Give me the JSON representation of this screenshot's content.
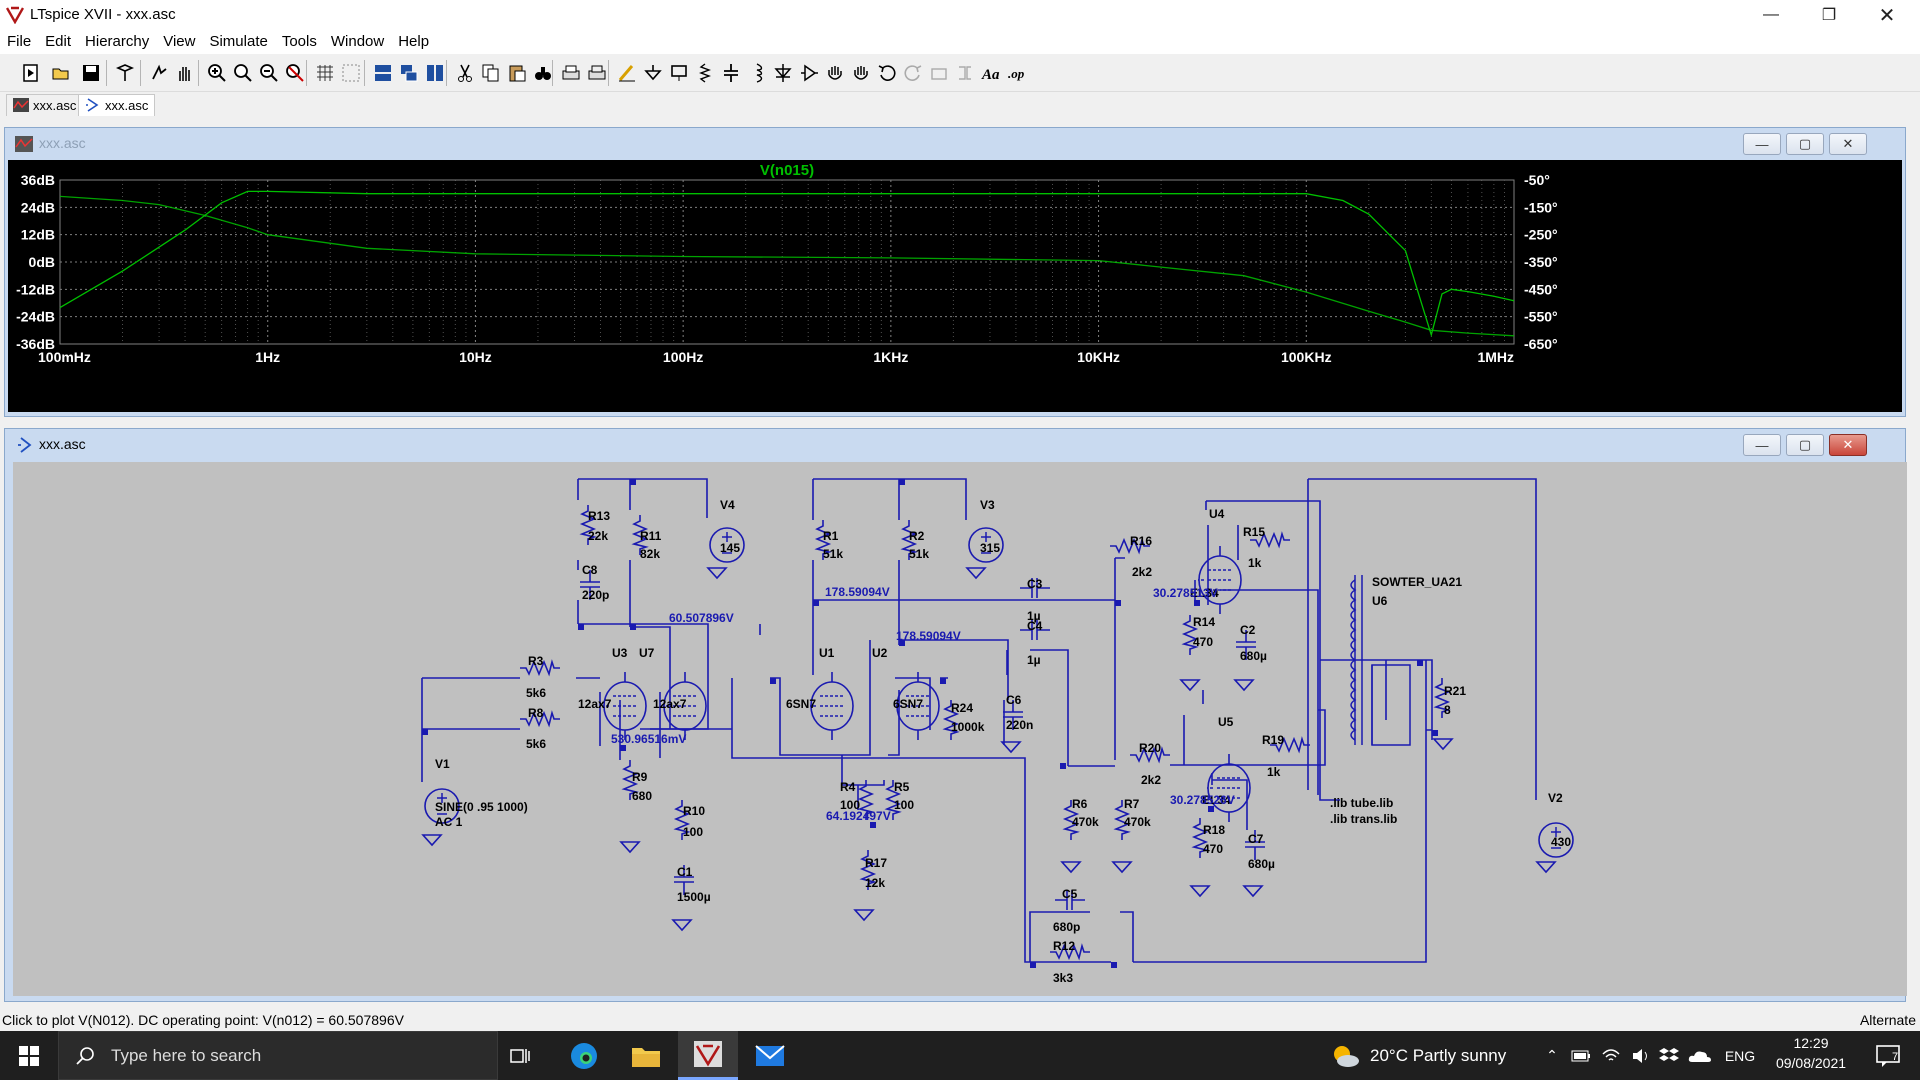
{
  "window": {
    "title": "LTspice XVII - xxx.asc"
  },
  "menu": [
    "File",
    "Edit",
    "Hierarchy",
    "View",
    "Simulate",
    "Tools",
    "Window",
    "Help"
  ],
  "tabs": [
    {
      "label": "xxx.asc",
      "kind": "waveform"
    },
    {
      "label": "xxx.asc",
      "kind": "schematic"
    }
  ],
  "plot_window": {
    "title": "xxx.asc",
    "trace_label": "V(n015)",
    "trace_color": "#00c000",
    "chart_data": {
      "type": "line",
      "x_scale": "log",
      "x_ticks": [
        "100mHz",
        "1Hz",
        "10Hz",
        "100Hz",
        "1KHz",
        "10KHz",
        "100KHz",
        "1MHz"
      ],
      "y_left_ticks": [
        "36dB",
        "24dB",
        "12dB",
        "0dB",
        "-12dB",
        "-24dB",
        "-36dB"
      ],
      "y_right_ticks": [
        "-50°",
        "-150°",
        "-250°",
        "-350°",
        "-450°",
        "-550°",
        "-650°"
      ],
      "xlim": [
        "100mHz",
        "1MHz"
      ],
      "ylim_left": [
        -36,
        36
      ],
      "ylim_right": [
        -650,
        -50
      ],
      "series": [
        {
          "name": "V(n015)",
          "axis": "left",
          "x": [
            0.1,
            0.2,
            0.4,
            0.6,
            0.8,
            1,
            3,
            10,
            100,
            1000,
            10000,
            50000,
            100000,
            150000,
            200000,
            300000,
            350000,
            400000,
            450000,
            500000,
            600000,
            800000,
            1000000
          ],
          "values": [
            -20,
            -4,
            14,
            26,
            31,
            31,
            30,
            30,
            30,
            30,
            30,
            30,
            30,
            27,
            21,
            5,
            -15,
            -32,
            -14,
            -12,
            -13,
            -15,
            -17
          ]
        },
        {
          "name": "V(n015)",
          "axis": "right",
          "x": [
            0.1,
            0.2,
            0.3,
            0.5,
            0.8,
            1,
            3,
            10,
            100,
            1000,
            10000,
            50000,
            100000,
            200000,
            300000,
            400000,
            600000,
            1000000
          ],
          "values": [
            -110,
            -125,
            -140,
            -180,
            -225,
            -250,
            -300,
            -320,
            -330,
            -335,
            -345,
            -400,
            -460,
            -530,
            -570,
            -600,
            -610,
            -620
          ]
        }
      ]
    }
  },
  "schematic_window": {
    "title": "xxx.asc",
    "labels": {
      "R13": "R13",
      "R13v": "22k",
      "R11": "R11",
      "R11v": "82k",
      "V4": "V4",
      "V4v": "145",
      "C8": "C8",
      "C8v": "220p",
      "R3": "R3",
      "R3v": "5k6",
      "R8": "R8",
      "R8v": "5k6",
      "U3": "U3",
      "U3t": "12ax7",
      "U7": "U7",
      "U7t": "12ax7",
      "R9": "R9",
      "R9v": "680",
      "R10": "R10",
      "R10v": "100",
      "C1": "C1",
      "C1v": "1500µ",
      "V1": "V1",
      "V1a": "SINE(0 .95 1000)",
      "V1b": "AC 1",
      "R1": "R1",
      "R1v": "51k",
      "R2": "R2",
      "R2v": "51k",
      "V3": "V3",
      "V3v": "315",
      "U1": "U1",
      "U1t": "6SN7",
      "U2": "U2",
      "U2t": "6SN7",
      "R24": "R24",
      "R24v": "1000k",
      "C6": "C6",
      "C6v": "220n",
      "R4": "R4",
      "R4v": "100",
      "R5": "R5",
      "R5v": "100",
      "R17": "R17",
      "R17v": "12k",
      "C3": "C3",
      "C3v": "1µ",
      "C4": "C4",
      "C4v": "1µ",
      "R6": "R6",
      "R6v": "470k",
      "R7": "R7",
      "R7v": "470k",
      "C5": "C5",
      "C5v": "680p",
      "R12": "R12",
      "R12v": "3k3",
      "R16": "R16",
      "R16v": "2k2",
      "U4": "U4",
      "U4t": "EL34",
      "R15": "R15",
      "R15v": "1k",
      "R14": "R14",
      "R14v": "470",
      "C2": "C2",
      "C2v": "680µ",
      "R20": "R20",
      "R20v": "2k2",
      "U5": "U5",
      "U5t": "EL34",
      "R19": "R19",
      "R19v": "1k",
      "R18": "R18",
      "R18v": "470",
      "C7": "C7",
      "C7v": "680µ",
      "U6": "U6",
      "U6t": "SOWTER_UA21",
      "R21": "R21",
      "R21v": "8",
      "V2": "V2",
      "V2v": "430",
      "lib1": ".lib tube.lib",
      "lib2": ".lib trans.lib"
    },
    "node_voltages": {
      "n1": "60.507896V",
      "n2": "530.96516mV",
      "n3": "178.59094V",
      "n4": "178.59094V",
      "n5": "64.192497V",
      "n6": "30.278513V",
      "n7": "30.278526V"
    }
  },
  "status": {
    "left": "Click to plot V(N012).  DC operating point: V(n012) = 60.507896V",
    "right": "Alternate"
  },
  "taskbar": {
    "search_placeholder": "Type here to search",
    "weather": "20°C  Partly sunny",
    "language": "ENG",
    "time": "12:29",
    "date": "09/08/2021",
    "notifications": "7"
  }
}
